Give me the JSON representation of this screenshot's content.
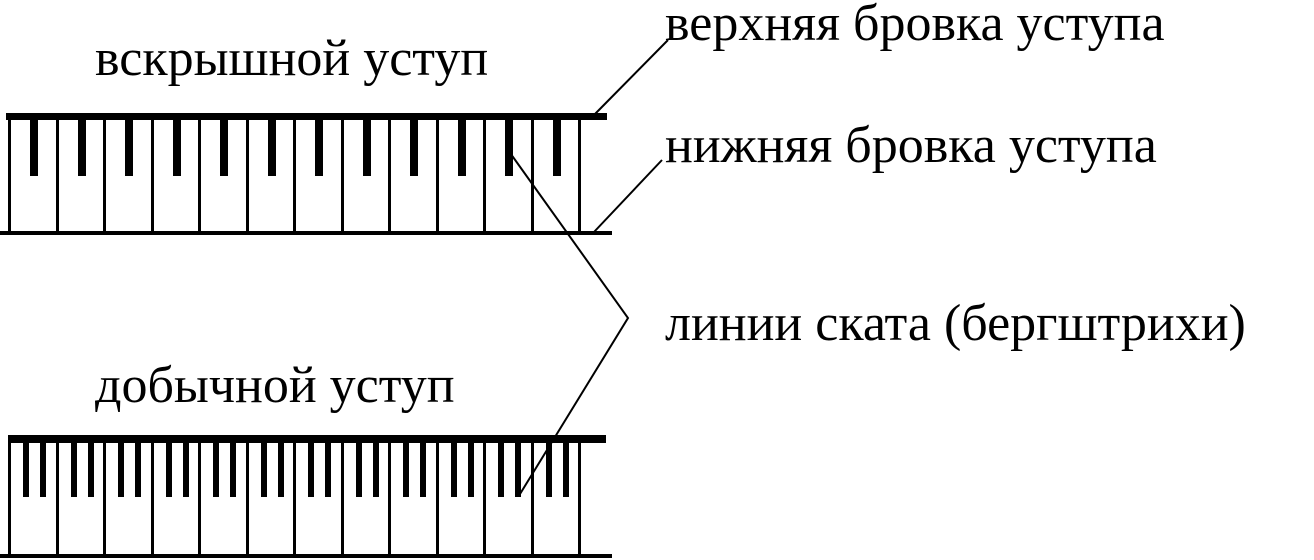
{
  "labels": {
    "overburden_bench": "вскрышной уступ",
    "mining_bench": "добычной уступ",
    "upper_crest": "верхняя бровка уступа",
    "lower_toe": "нижняя бровка уступа",
    "slope_lines": "линии ската (бергштрихи)"
  },
  "colors": {
    "ink": "#000000",
    "background": "#ffffff"
  }
}
